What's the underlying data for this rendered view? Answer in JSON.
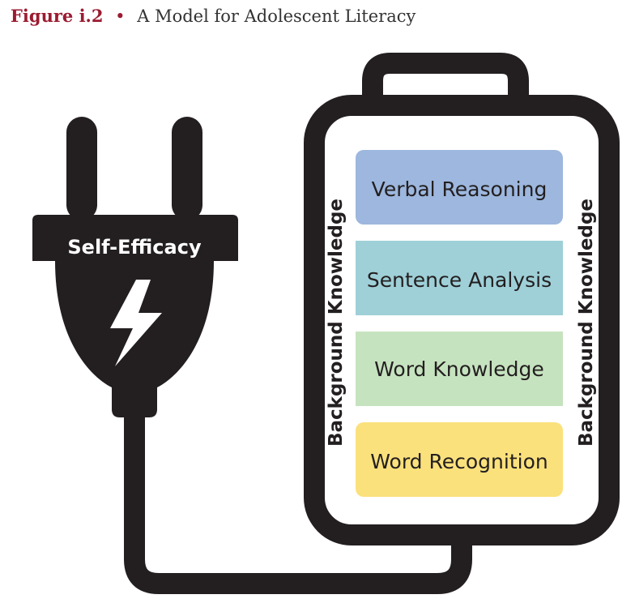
{
  "caption": {
    "label": "Figure i.2",
    "bullet": "•",
    "title": "A Model for Adolescent Literacy"
  },
  "plug": {
    "label": "Self-Efficacy",
    "icon": "lightning-bolt-icon"
  },
  "battery": {
    "side_label_left": "Background Knowledge",
    "side_label_right": "Background Knowledge",
    "layers": [
      {
        "label": "Verbal Reasoning",
        "color": "#9db7de"
      },
      {
        "label": "Sentence Analysis",
        "color": "#9fd0d8"
      },
      {
        "label": "Word Knowledge",
        "color": "#c6e3bf"
      },
      {
        "label": "Word Recognition",
        "color": "#fbe17c"
      }
    ]
  },
  "colors": {
    "outline": "#231f20",
    "accent": "#9b1b30"
  }
}
